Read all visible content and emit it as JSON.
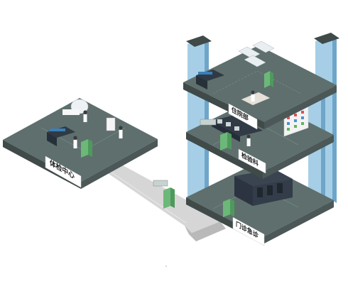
{
  "labels": {
    "physical_exam_center": "体检中心",
    "inpatient_dept": "住院部",
    "lab_dept": "检验科",
    "outpatient_emergency": "门诊急诊"
  },
  "colors": {
    "floor_top": "#5e6f6d",
    "floor_side": "#3f4a49",
    "floor_front": "#4b5857",
    "pillar": "#9cc8e2",
    "pillar_dark": "#6fa5c8",
    "walkway": "#d2d2d2",
    "kiosk": "#6cb878"
  },
  "icons": [
    "kiosk-icon",
    "doctor-icon",
    "bed-icon",
    "mri-icon",
    "shelf-icon"
  ]
}
